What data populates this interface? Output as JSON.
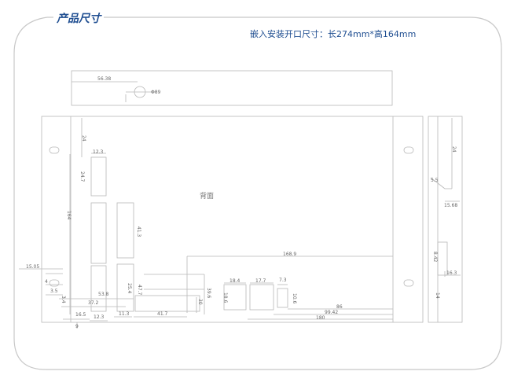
{
  "title": "产品尺寸",
  "note": "嵌入安装开口尺寸：长274mm*高164mm",
  "back_label": "背面",
  "dims": {
    "d1": "56.38",
    "d2": "Φ89",
    "d3": "24",
    "d4": "12.3",
    "d5": "24.7",
    "d6": "41.3",
    "d7": "168.9",
    "d8": "164",
    "d9": "15.05",
    "d10": "4",
    "d11": "3.5",
    "d12": "53.8",
    "d13": "37.2",
    "d14": "16.5",
    "d15": "12.3",
    "d16": "11.3",
    "d17": "41.7",
    "d18": "25.4",
    "d19": "47.7",
    "d20": "18.4",
    "d21": "17.7",
    "d22": "7.3",
    "d23": "18.6",
    "d24": "10.6",
    "d25": "86",
    "d26": "99.42",
    "d27": "180",
    "d28": "24",
    "d29": "15.68",
    "d30": "8.42",
    "d31": "16.3",
    "d32": "14",
    "d33": "5.5",
    "d34": "39.6",
    "d35": "30",
    "d36": "3.4",
    "d37": "9"
  }
}
